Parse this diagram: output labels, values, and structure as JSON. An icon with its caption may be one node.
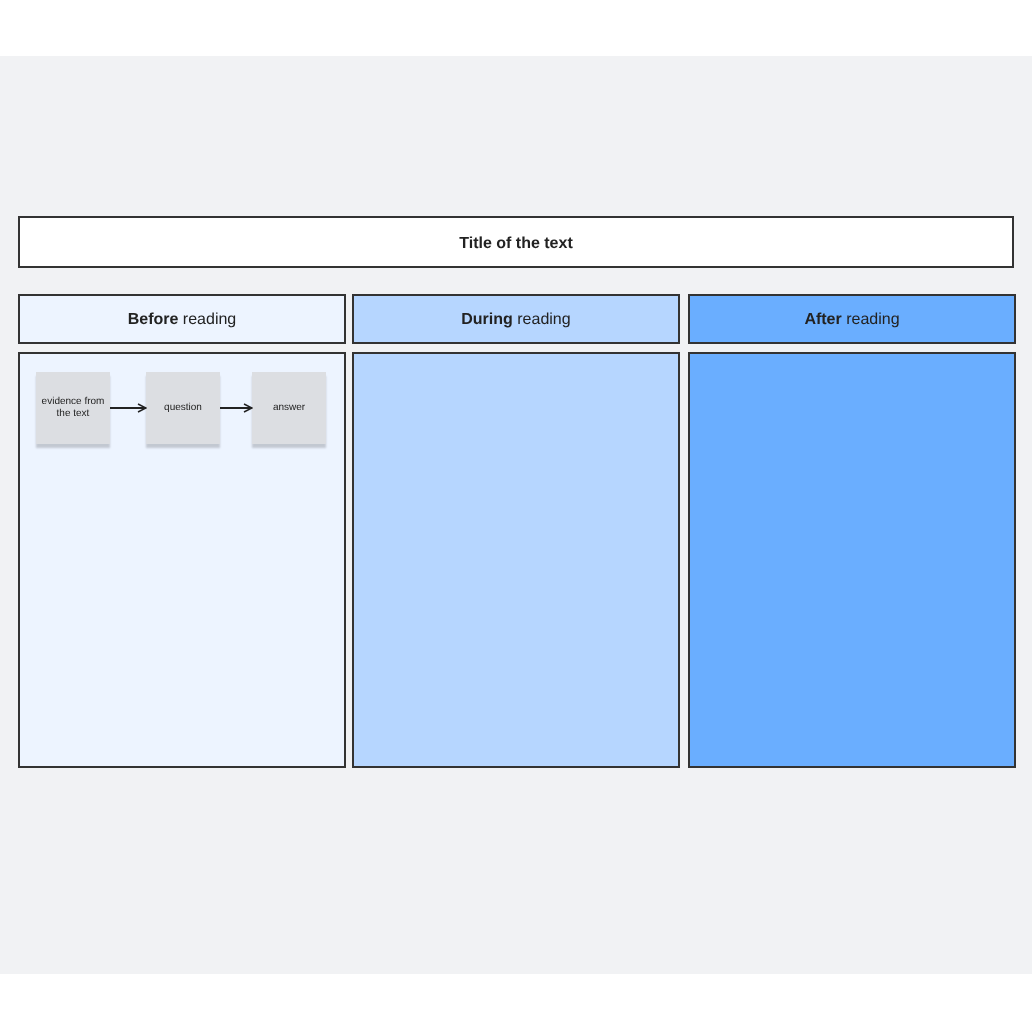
{
  "diagram": {
    "nodes": [
      {
        "text": [
          "Title of the text"
        ]
      },
      {
        "text": [
          "**Before** reading"
        ]
      },
      {
        "text": [
          "**During** reading"
        ]
      },
      {
        "text": [
          "**After** reading"
        ]
      },
      {
        "text": [],
        "shape": "box"
      },
      {
        "text": [],
        "shape": "box"
      },
      {
        "text": [],
        "shape": "box"
      },
      {
        "text": [
          "evidence from the text"
        ],
        "in": 4
      },
      {
        "text": [
          "question"
        ],
        "in": 4
      },
      {
        "text": [
          "answer"
        ],
        "in": 4
      }
    ],
    "edges": [
      {
        "from": 7,
        "to": 8,
        "arrow": "to"
      },
      {
        "from": 8,
        "to": 9,
        "arrow": "to"
      }
    ]
  }
}
